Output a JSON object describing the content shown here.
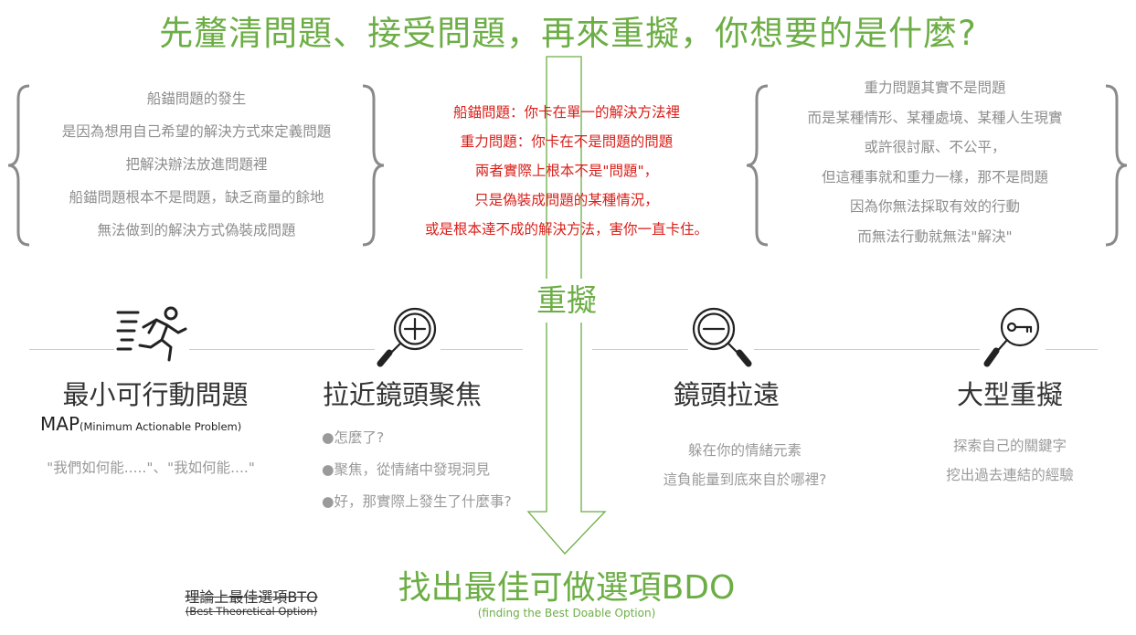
{
  "title": "先釐清問題、接受問題，再來重擬，你想要的是什麼?",
  "left_block": {
    "lines": [
      "船錨問題的發生",
      "是因為想用自己希望的解決方式來定義問題",
      "把解決辦法放進問題裡",
      "船錨問題根本不是問題，缺乏商量的餘地",
      "無法做到的解決方式偽裝成問題"
    ]
  },
  "center_block": {
    "lines": [
      "船錨問題：你卡在單一的解決方法裡",
      "重力問題：你卡在不是問題的問題",
      "兩者實際上根本不是\"問題\"，",
      "只是偽裝成問題的某種情況，",
      "或是根本達不成的解決方法，害你一直卡住。"
    ]
  },
  "right_block": {
    "lines": [
      "重力問題其實不是問題",
      "而是某種情形、某種處境、某種人生現實",
      "或許很討厭、不公平，",
      "但這種事就和重力一樣，那不是問題",
      "因為你無法採取有效的行動",
      "而無法行動就無法\"解決\""
    ]
  },
  "middle_label": "重擬",
  "sections": {
    "map": {
      "heading": "最小可行動問題",
      "abbr": "MAP",
      "abbr_full": "(Minimum Actionable Problem)",
      "quote": "\"我們如何能.....\"、\"我如何能....\"",
      "icon": "running-person-icon"
    },
    "zoom_in": {
      "heading": "拉近鏡頭聚焦",
      "items": [
        "●怎麼了?",
        "●聚焦，從情緒中發現洞見",
        "●好，那實際上發生了什麼事?"
      ],
      "icon": "magnifier-plus-icon"
    },
    "zoom_out": {
      "heading": "鏡頭拉遠",
      "lines": [
        "躲在你的情緒元素",
        "這負能量到底來自於哪裡?"
      ],
      "icon": "magnifier-minus-icon"
    },
    "big_reframe": {
      "heading": "大型重擬",
      "lines": [
        "探索自己的關鍵字",
        "挖出過去連結的經驗"
      ],
      "icon": "magnifier-key-icon"
    }
  },
  "bdo": {
    "title": "找出最佳可做選項BDO",
    "subtitle": "(finding the Best Doable Option)"
  },
  "bto": {
    "title": "理論上最佳選項BTO",
    "subtitle": "(Best Theoretical Option)"
  },
  "colors": {
    "green": "#6cae45",
    "red": "#d91e18",
    "gray_text": "#8d8d8d",
    "dark_text": "#333333",
    "brace": "#8a8a8a"
  }
}
